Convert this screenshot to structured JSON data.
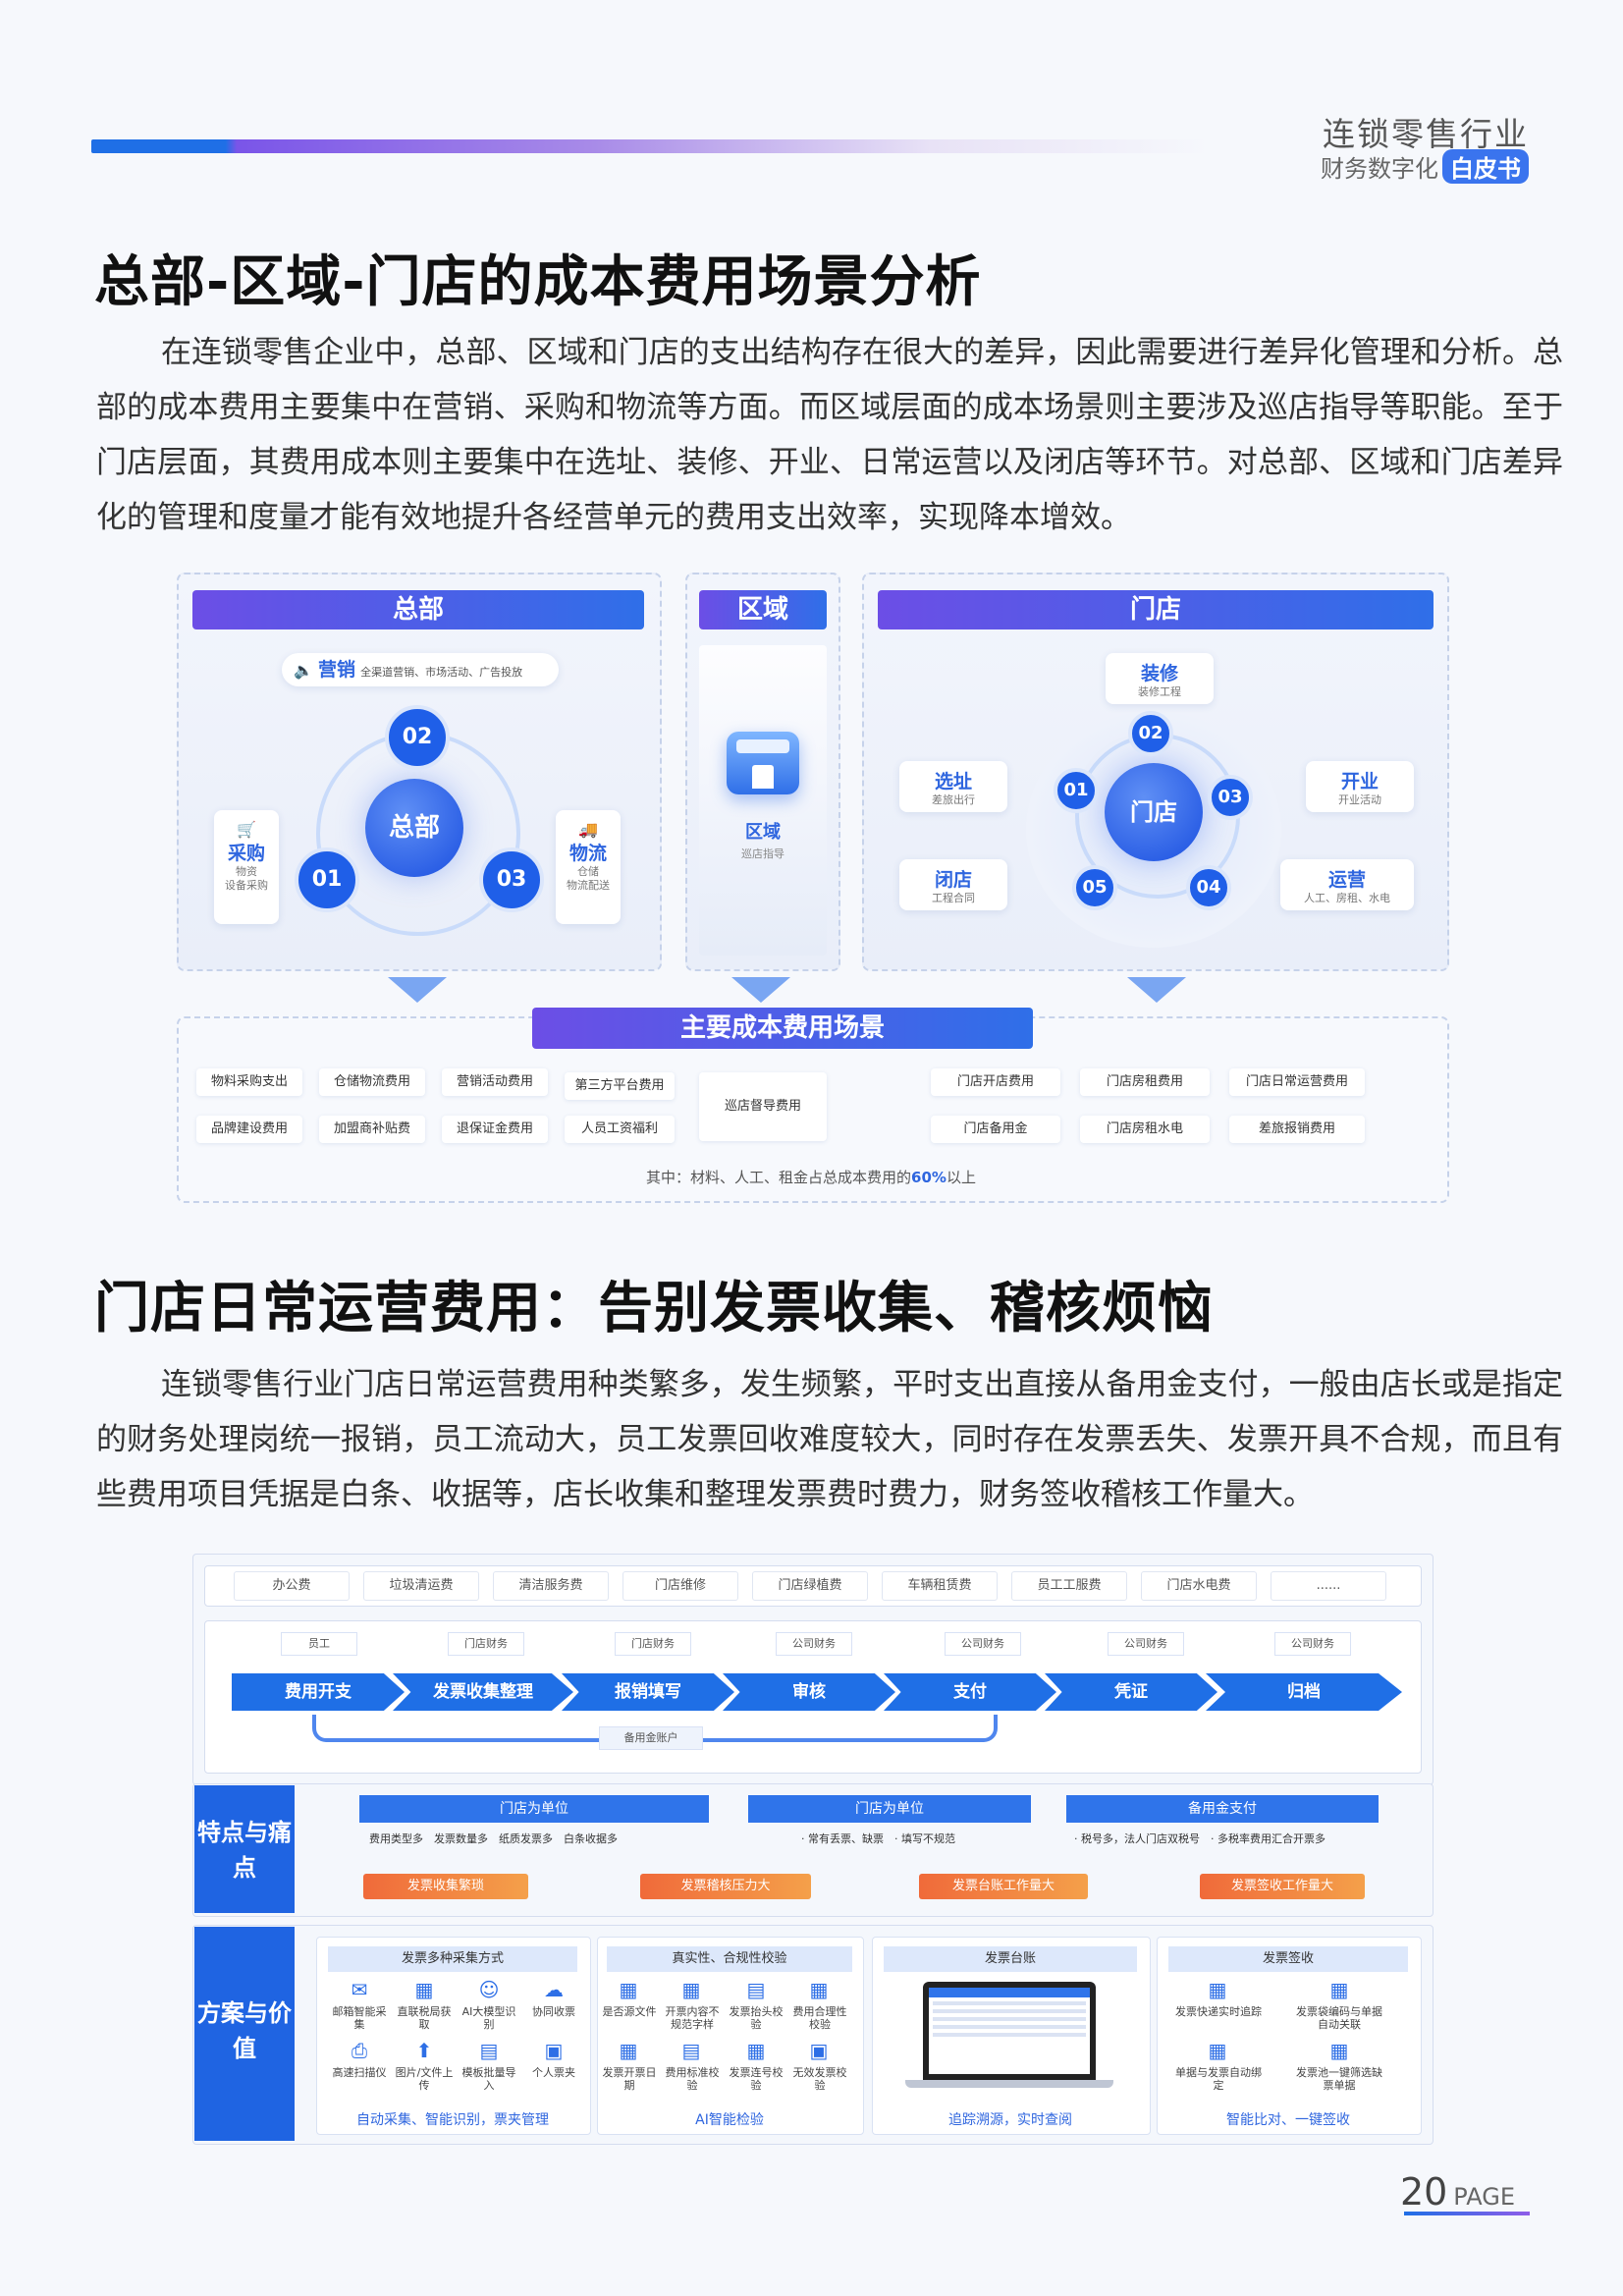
{
  "header": {
    "brand_line1": "连锁零售行业",
    "brand_line2": "财务数字化",
    "brand_tag": "白皮书"
  },
  "section1": {
    "title": "总部-区域-门店的成本费用场景分析",
    "body": "在连锁零售企业中，总部、区域和门店的支出结构存在很大的差异，因此需要进行差异化管理和分析。总部的成本费用主要集中在营销、采购和物流等方面。而区域层面的成本场景则主要涉及巡店指导等职能。至于门店层面，其费用成本则主要集中在选址、装修、开业、日常运营以及闭店等环节。对总部、区域和门店差异化的管理和度量才能有效地提升各经营单元的费用支出效率，实现降本增效。"
  },
  "fig1": {
    "hq": {
      "title": "总部",
      "hub": "总部",
      "marketing": {
        "label": "营销",
        "desc": "全渠道营销、市场活动、广告投放"
      },
      "procure": {
        "label": "采购",
        "desc1": "物资",
        "desc2": "设备采购"
      },
      "logistics": {
        "label": "物流",
        "desc1": "仓储",
        "desc2": "物流配送"
      },
      "nums": [
        "01",
        "02",
        "03"
      ]
    },
    "region": {
      "title": "区域",
      "label": "区域",
      "desc": "巡店指导"
    },
    "store": {
      "title": "门店",
      "hub": "门店",
      "items": [
        {
          "num": "01",
          "label": "选址",
          "desc": "差旅出行"
        },
        {
          "num": "02",
          "label": "装修",
          "desc": "装修工程"
        },
        {
          "num": "03",
          "label": "开业",
          "desc": "开业活动"
        },
        {
          "num": "04",
          "label": "运营",
          "desc": "人工、房租、水电"
        },
        {
          "num": "05",
          "label": "闭店",
          "desc": "工程合同"
        }
      ]
    },
    "main_title": "主要成本费用场景",
    "cells_left": [
      "物料采购支出",
      "仓储物流费用",
      "营销活动费用",
      "品牌建设费用",
      "加盟商补贴费",
      "退保证金费用"
    ],
    "cells_mid": [
      "第三方平台费用",
      "人员工资福利",
      "巡店督导费用"
    ],
    "cells_right": [
      "门店开店费用",
      "门店房租费用",
      "门店日常运营费用",
      "门店备用金",
      "门店房租水电",
      "差旅报销费用"
    ],
    "note_prefix": "其中：材料、人工、租金占总成本费用的",
    "note_pct": "60%",
    "note_suffix": "以上"
  },
  "section2": {
    "title": "门店日常运营费用：告别发票收集、稽核烦恼",
    "body": "连锁零售行业门店日常运营费用种类繁多，发生频繁，平时支出直接从备用金支付，一般由店长或是指定的财务处理岗统一报销，员工流动大，员工发票回收难度较大，同时存在发票丢失、发票开具不合规，而且有些费用项目凭据是白条、收据等，店长收集和整理发票费时费力，财务签收稽核工作量大。"
  },
  "fig2": {
    "expenses": [
      "办公费",
      "垃圾清运费",
      "清洁服务费",
      "门店维修",
      "门店绿植费",
      "车辆租赁费",
      "员工工服费",
      "门店水电费",
      "......"
    ],
    "roles": [
      "员工",
      "门店财务",
      "门店财务",
      "公司财务",
      "公司财务",
      "公司财务",
      "公司财务"
    ],
    "steps": [
      "费用开支",
      "发票收集整理",
      "报销填写",
      "审核",
      "支付",
      "凭证",
      "归档"
    ],
    "petty": "备用金账户",
    "pain_side": "特点与痛点",
    "pain_heads": [
      "门店为单位",
      "门店为单位",
      "备用金支付"
    ],
    "pain_details": [
      "费用类型多　发票数量多　纸质发票多　白条收据多",
      "· 常有丢票、缺票　· 填写不规范",
      "· 税号多，法人门店双税号　· 多税率费用汇合开票多"
    ],
    "pain_tags": [
      "发票收集繁琐",
      "发票稽核压力大",
      "发票台账工作量大",
      "发票签收工作量大"
    ],
    "solution_side": "方案与价值",
    "cols": [
      {
        "head": "发票多种采集方式",
        "items": [
          "邮箱智能采集",
          "直联税局获取",
          "AI大模型识别",
          "协同收票",
          "高速扫描仪",
          "图片/文件上传",
          "模板批量导入",
          "个人票夹"
        ],
        "foot": "自动采集、智能识别，票夹管理"
      },
      {
        "head": "真实性、合规性校验",
        "items": [
          "是否源文件",
          "开票内容不规范字样",
          "发票抬头校验",
          "费用合理性校验",
          "发票开票日期",
          "费用标准校验",
          "发票连号校验",
          "无效发票校验"
        ],
        "foot": "AI智能检验"
      },
      {
        "head": "发票台账",
        "items": [],
        "foot": "追踪溯源，实时查阅"
      },
      {
        "head": "发票签收",
        "items": [
          "发票快递实时追踪",
          "发票袋编码与单据自动关联",
          "单据与发票自动绑定",
          "发票池一键筛选缺票单据"
        ],
        "foot": "智能比对、一键签收"
      }
    ]
  },
  "footer": {
    "page_num": "20",
    "page_word": "PAGE"
  }
}
